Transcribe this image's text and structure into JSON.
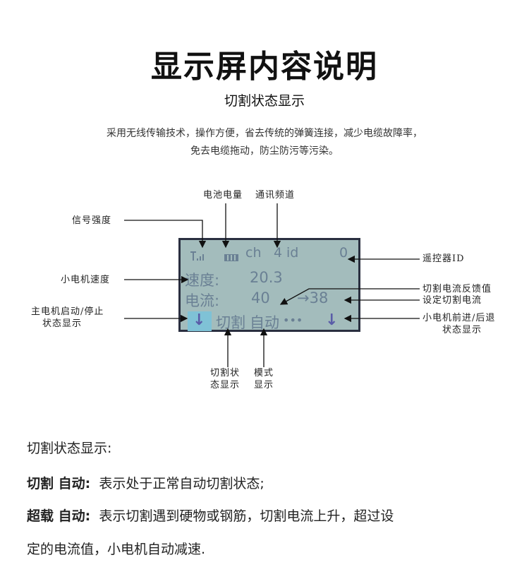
{
  "title": "显示屏内容说明",
  "subtitle": "切割状态显示",
  "description": [
    "采用无线传输技术，操作方便，省去传统的弹簧连接，减少电缆故障率，",
    "免去电缆拖动，防尘防污等污染。"
  ],
  "lcd": {
    "channel_label": "ch",
    "channel_value": "4",
    "id_label": "id",
    "id_value": "0",
    "speed_label": "速度:",
    "speed_value": "20.3",
    "current_label": "电流:",
    "current_value": "40",
    "current_set": "→38",
    "main_motor_arrow": "↓",
    "cut_state": "切割",
    "mode": "自动",
    "dots": "•••",
    "small_motor_arrow": "↓"
  },
  "annotations": {
    "signal": "信号强度",
    "battery": "电池电量",
    "channel": "通讯频道",
    "remote_id": "遥控器ID",
    "small_motor_speed": "小电机速度",
    "current_feedback": "切割电流反馈值",
    "set_current": "设定切割电流",
    "main_motor_1": "主电机启动/停止",
    "main_motor_2": "状态显示",
    "small_motor_dir_1": "小电机前进/后退",
    "small_motor_dir_2": "状态显示",
    "cut_state_1": "切割状",
    "cut_state_2": "态显示",
    "mode_1": "模式",
    "mode_2": "显示"
  },
  "body": {
    "heading": "切割状态显示:",
    "line1_term": "切割 自动:",
    "line1_text": "表示处于正常自动切割状态;",
    "line2_term": "超载 自动:",
    "line2_text": "表示切割遇到硬物或钢筋，切割电流上升，超过设",
    "line3_text": "定的电流值，小电机自动减速."
  }
}
